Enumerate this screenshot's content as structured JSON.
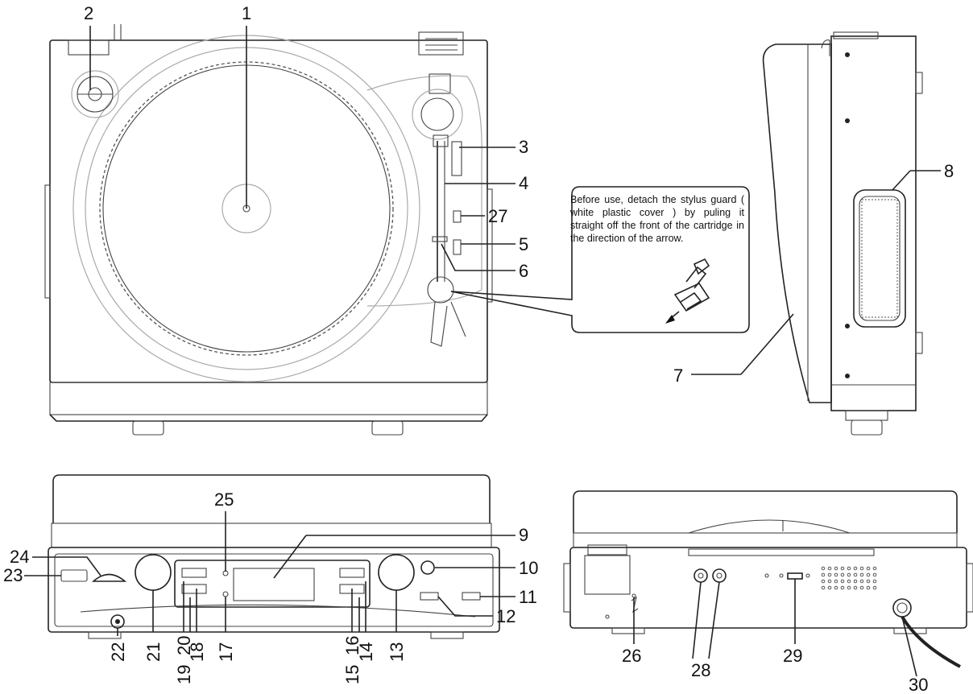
{
  "callouts": {
    "c1": "1",
    "c2": "2",
    "c3": "3",
    "c4": "4",
    "c5": "5",
    "c6": "6",
    "c7": "7",
    "c8": "8",
    "c9": "9",
    "c10": "10",
    "c11": "11",
    "c12": "12",
    "c13": "13",
    "c14": "14",
    "c15": "15",
    "c16": "16",
    "c17": "17",
    "c18": "18",
    "c19": "19",
    "c20": "20",
    "c21": "21",
    "c22": "22",
    "c23": "23",
    "c24": "24",
    "c25": "25",
    "c26": "26",
    "c27": "27",
    "c28": "28",
    "c29": "29",
    "c30": "30"
  },
  "note": "Before use,  detach the stylus guard ( white plastic cover ) by puling it straight off the front of the cartridge in the direction of the arrow."
}
